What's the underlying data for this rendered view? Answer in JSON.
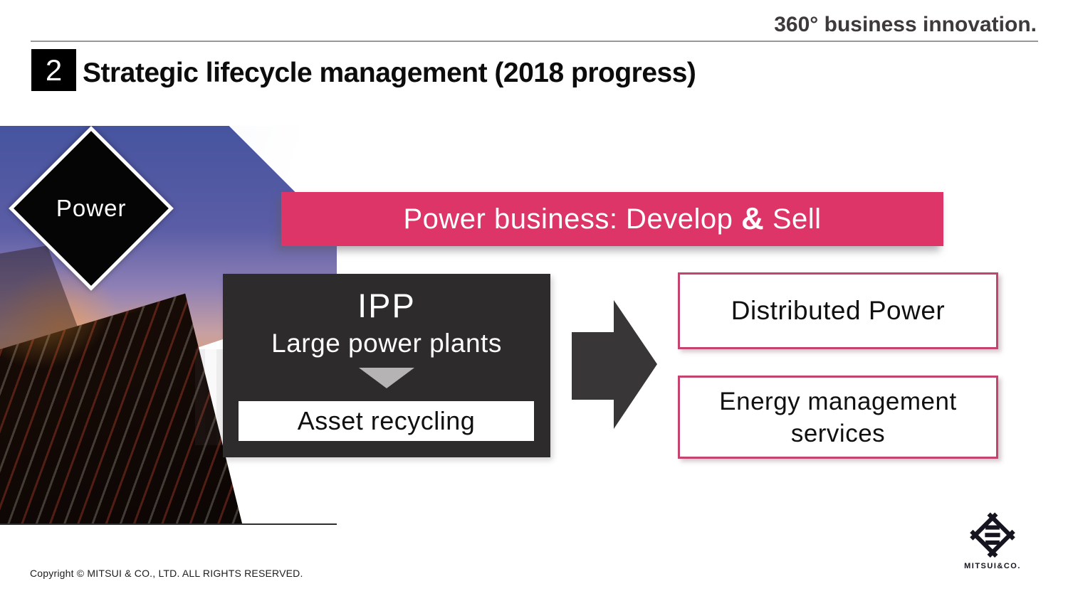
{
  "header": {
    "tagline": "360° business innovation.",
    "slide_number": "2",
    "title": "Strategic lifecycle management (2018 progress)"
  },
  "photo": {
    "diamond_label": "Power"
  },
  "diagram": {
    "banner": {
      "text_before": "Power business: Develop ",
      "ampersand": "&",
      "text_after": " Sell"
    },
    "ipp_box": {
      "title": "IPP",
      "subtitle": "Large power plants",
      "sub_box_label": "Asset recycling"
    },
    "outcome_boxes": [
      {
        "label": "Distributed Power"
      },
      {
        "label": "Energy management services"
      }
    ]
  },
  "footer": {
    "copyright": "Copyright © MITSUI & CO., LTD. ALL RIGHTS RESERVED.",
    "logo_text": "MITSUI&CO."
  },
  "colors": {
    "accent_pink": "#dd3568",
    "outcome_border_pink": "#c3456e",
    "dark_box": "#2d2b2b",
    "arrow_dark": "#393637",
    "triangle_gray": "#b5b3b3"
  }
}
